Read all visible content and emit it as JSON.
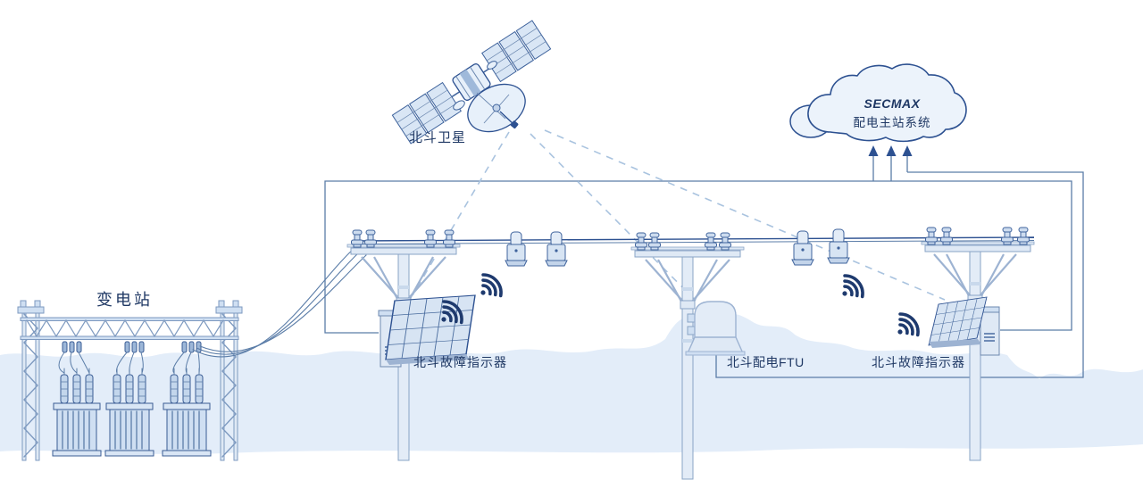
{
  "labels": {
    "satellite": "北斗卫星",
    "substation": "变电站",
    "fault_indicator_left": "北斗故障指示器",
    "fault_indicator_right": "北斗故障指示器",
    "ftu": "北斗配电FTU"
  },
  "cloud": {
    "brand": "SECMAX",
    "system": "配电主站系统"
  },
  "colors": {
    "outline_dark_blue": "#2d5191",
    "text_navy": "#1f3864",
    "connector_line": "#5b7da8",
    "dashed_link": "#a9c3df",
    "wifi_navy": "#1e3a6e",
    "device_fill": "#dce8f6",
    "landscape_silhouette": "#e3edf9"
  }
}
